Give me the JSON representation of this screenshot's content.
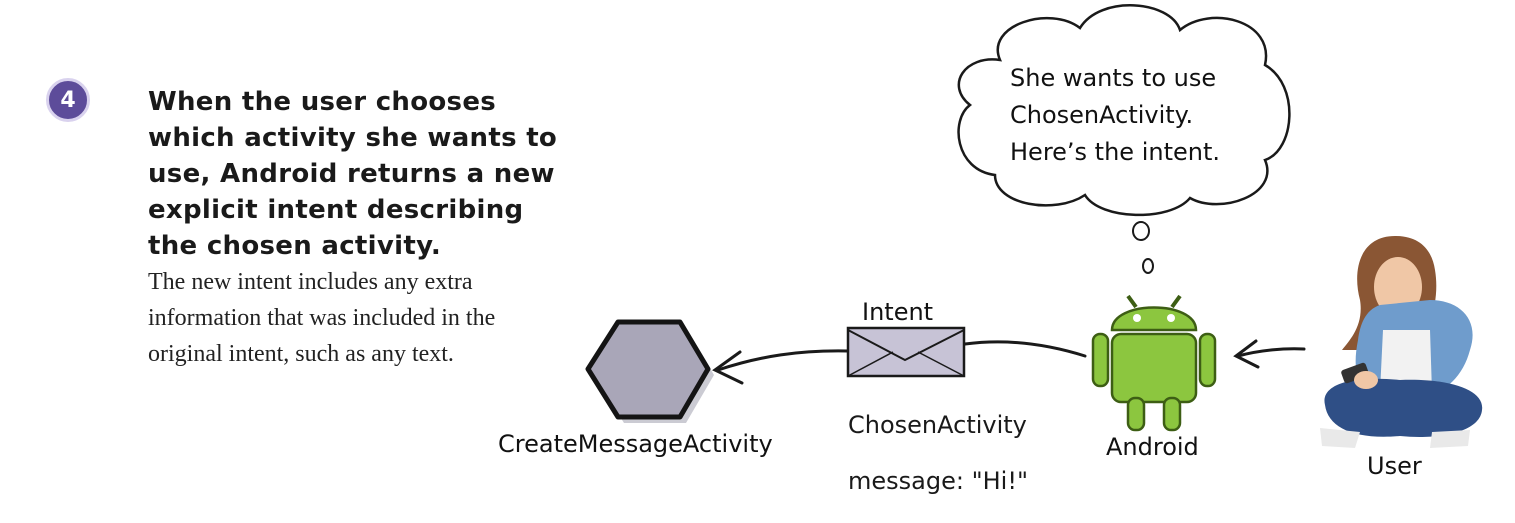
{
  "step": {
    "number": "4",
    "heading": "When the user chooses which activity she wants to use, Android returns a new explicit intent describing the chosen activity.",
    "body": "The new intent includes any extra information that was included in the original intent, such as any text."
  },
  "thought_bubble": {
    "line1": "She wants to use",
    "line2": "ChosenActivity.",
    "line3": "Here’s the intent."
  },
  "labels": {
    "intent": "Intent",
    "intent_target": "ChosenActivity",
    "intent_message": "message: \"Hi!\"",
    "create_message_activity": "CreateMessageActivity",
    "android": "Android",
    "user": "User"
  },
  "icons": {
    "activity": "hexagon-activity-icon",
    "intent": "envelope-icon",
    "android": "android-robot-icon",
    "user": "user-with-phone-icon"
  },
  "colors": {
    "badge": "#5d4c9a",
    "android_green": "#8cc63f",
    "hexagon_fill": "#a9a6b8",
    "envelope_fill": "#c7c3d6"
  }
}
